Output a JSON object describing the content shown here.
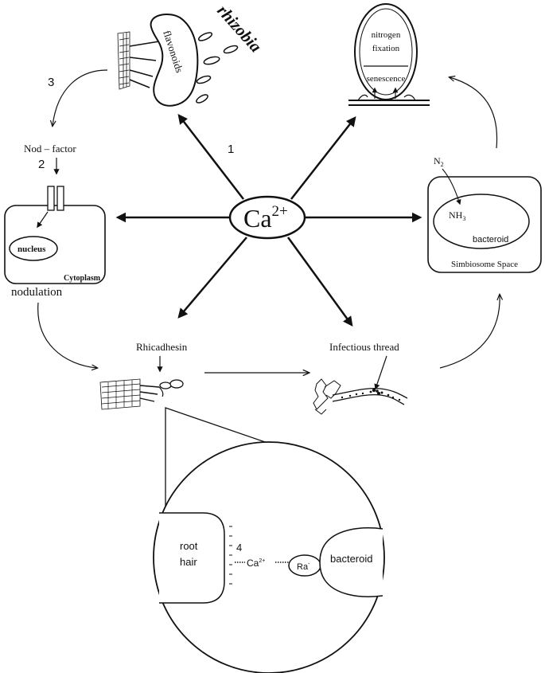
{
  "labels": {
    "ca_center": "Ca",
    "ca_center_sup": "2+",
    "rhizobia": "rhizobia",
    "flavonoids": "flavonoids",
    "nitrogen_fixation_line1": "nitrogen",
    "nitrogen_fixation_line2": "fixation",
    "senescence": "senescence",
    "step1": "1",
    "step2": "2",
    "step3": "3",
    "step4": "4",
    "nod_factor": "Nod – factor",
    "nucleus": "nucleus",
    "cytoplasm": "Cytoplasm",
    "nodulation": "nodulation",
    "n2": "N",
    "n2_sub": "2",
    "nh3": "NH",
    "nh3_sub": "3",
    "bacteroid_top": "bacteroid",
    "symbiosome_space": "Simbiosome Space",
    "rhicadhesin": "Rhicadhesin",
    "infectious_thread": "Infectious thread",
    "root_hair_line1": "root",
    "root_hair_line2": "hair",
    "ca_small": "Ca",
    "ca_small_sup": "2+",
    "ra": "Ra",
    "ra_sup": "-",
    "bacteroid_bottom": "bacteroid"
  },
  "colors": {
    "stroke": "#111111",
    "background": "#ffffff"
  }
}
